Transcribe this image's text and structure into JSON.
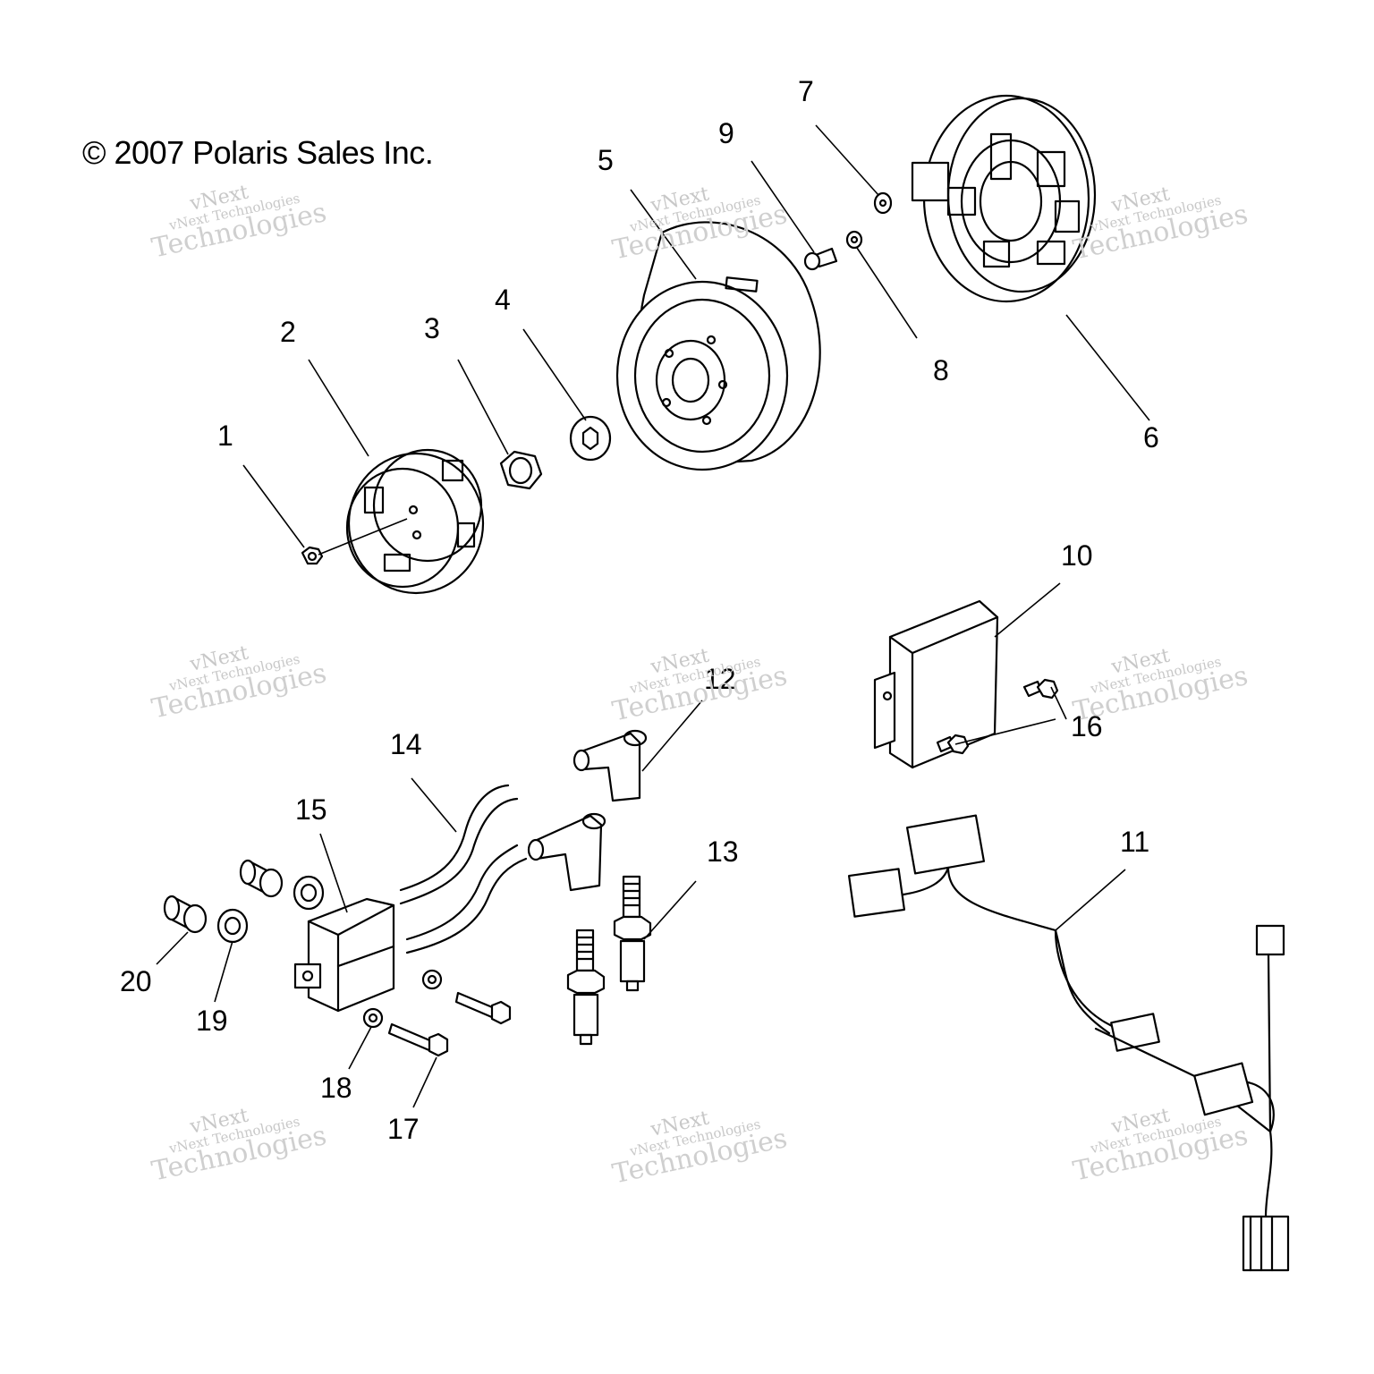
{
  "copyright": "© 2007 Polaris Sales Inc.",
  "watermark": {
    "line1": "vNext",
    "line2": "vNext Technologies",
    "line3": "Technologies"
  },
  "callouts": {
    "c1": "1",
    "c2": "2",
    "c3": "3",
    "c4": "4",
    "c5": "5",
    "c6": "6",
    "c7": "7",
    "c8": "8",
    "c9": "9",
    "c10": "10",
    "c11": "11",
    "c12": "12",
    "c13": "13",
    "c14": "14",
    "c15": "15",
    "c16": "16",
    "c17": "17",
    "c18": "18",
    "c19": "19",
    "c20": "20"
  }
}
